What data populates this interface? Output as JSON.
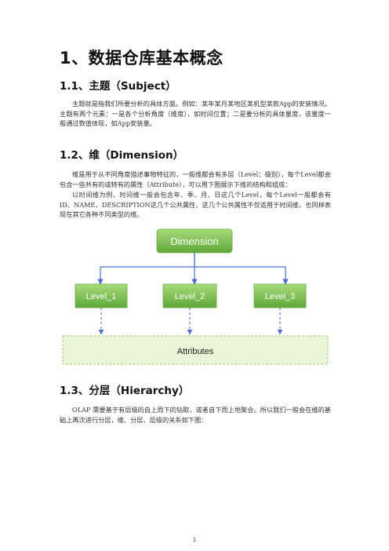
{
  "title": "1、数据仓库基本概念",
  "sections": [
    {
      "heading": "1.1、主题（Subject）",
      "paragraphs": [
        "主题就是指我们所要分析的具体方面。例如：某年某月某地区某机型某款App的安装情况。主题有两个元素：一是各个分析角度（维度），如时间位置；二是要分析的具体量度，该量度一般通过数值体现，如App安装量。"
      ]
    },
    {
      "heading": "1.2、维（Dimension）",
      "paragraphs": [
        "维是用于从不同角度描述事物特征的，一般维都会有多层（Level：级别），每个Level都会包含一些共有的或特有的属性（Attribute），可以用下图展示下维的结构和组成：",
        "以时间维为例，时间维一般会包含年、季、月、日这几个Level，每个Level一般都会有ID、NAME、DESCRIPTION这几个公共属性，这几个公共属性不仅适用于时间维，也同样表现在其它各种不同类型的维。"
      ]
    },
    {
      "heading": "1.3、分层（Hierarchy）",
      "paragraphs": [
        "OLAP 需要基于有层级的自上而下的钻取，或者自下而上地聚合。所以我们一般会在维的基础上再次进行分层，维、分层、层级的关系如下图："
      ]
    }
  ],
  "diagram": {
    "top": "Dimension",
    "levels": [
      "Level_1",
      "Level_2",
      "Level_3"
    ],
    "bottom": "Attributes",
    "colors": {
      "green_light": "#9bd36b",
      "green_dark": "#4e9a2e",
      "arrow": "#4a6fd0",
      "attr_fill": "#eaf5d8",
      "attr_border": "#9ccc6b"
    }
  },
  "page_number": "1"
}
